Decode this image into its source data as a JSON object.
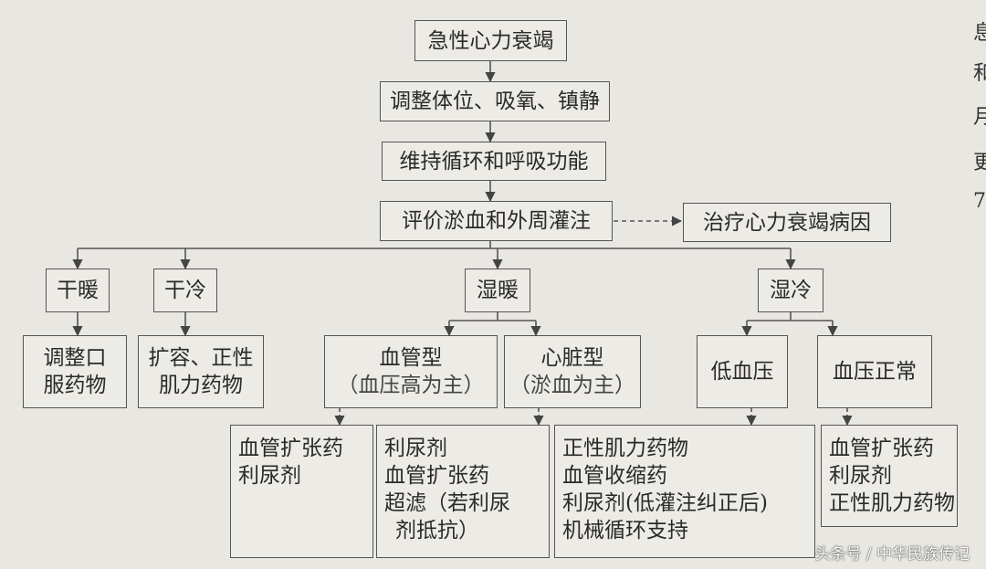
{
  "title_box": "急性心力衰竭",
  "step1": "调整体位、吸氧、镇静",
  "step2": "维持循环和呼吸功能",
  "step3": "评价淤血和外周灌注",
  "side_box": "治疗心力衰竭病因",
  "categories": {
    "dry_warm": "干暖",
    "dry_cold": "干冷",
    "wet_warm": "湿暖",
    "wet_cold": "湿冷"
  },
  "dry_warm_treatment": [
    "调整口",
    "服药物"
  ],
  "dry_cold_treatment": [
    "扩容、正性",
    "肌力药物"
  ],
  "vascular_type": {
    "title": "血管型",
    "subtitle": "（血压高为主）"
  },
  "cardiac_type": {
    "title": "心脏型",
    "subtitle": "（淤血为主）"
  },
  "low_bp": "低血压",
  "normal_bp": "血压正常",
  "vascular_treatment": [
    "血管扩张药",
    "利尿剂"
  ],
  "cardiac_treatment": [
    "利尿剂",
    "血管扩张药",
    "超滤（若利尿",
    "剂抵抗）"
  ],
  "low_bp_treatment": [
    "正性肌力药物",
    "血管收缩药",
    "利尿剂(低灌注纠正后)",
    "机械循环支持"
  ],
  "normal_bp_treatment": [
    "血管扩张药",
    "利尿剂",
    "正性肌力药物"
  ],
  "watermark": "头条号 / 中华民族传记",
  "edge_text": [
    "息",
    "和",
    "月",
    "更",
    "7"
  ]
}
